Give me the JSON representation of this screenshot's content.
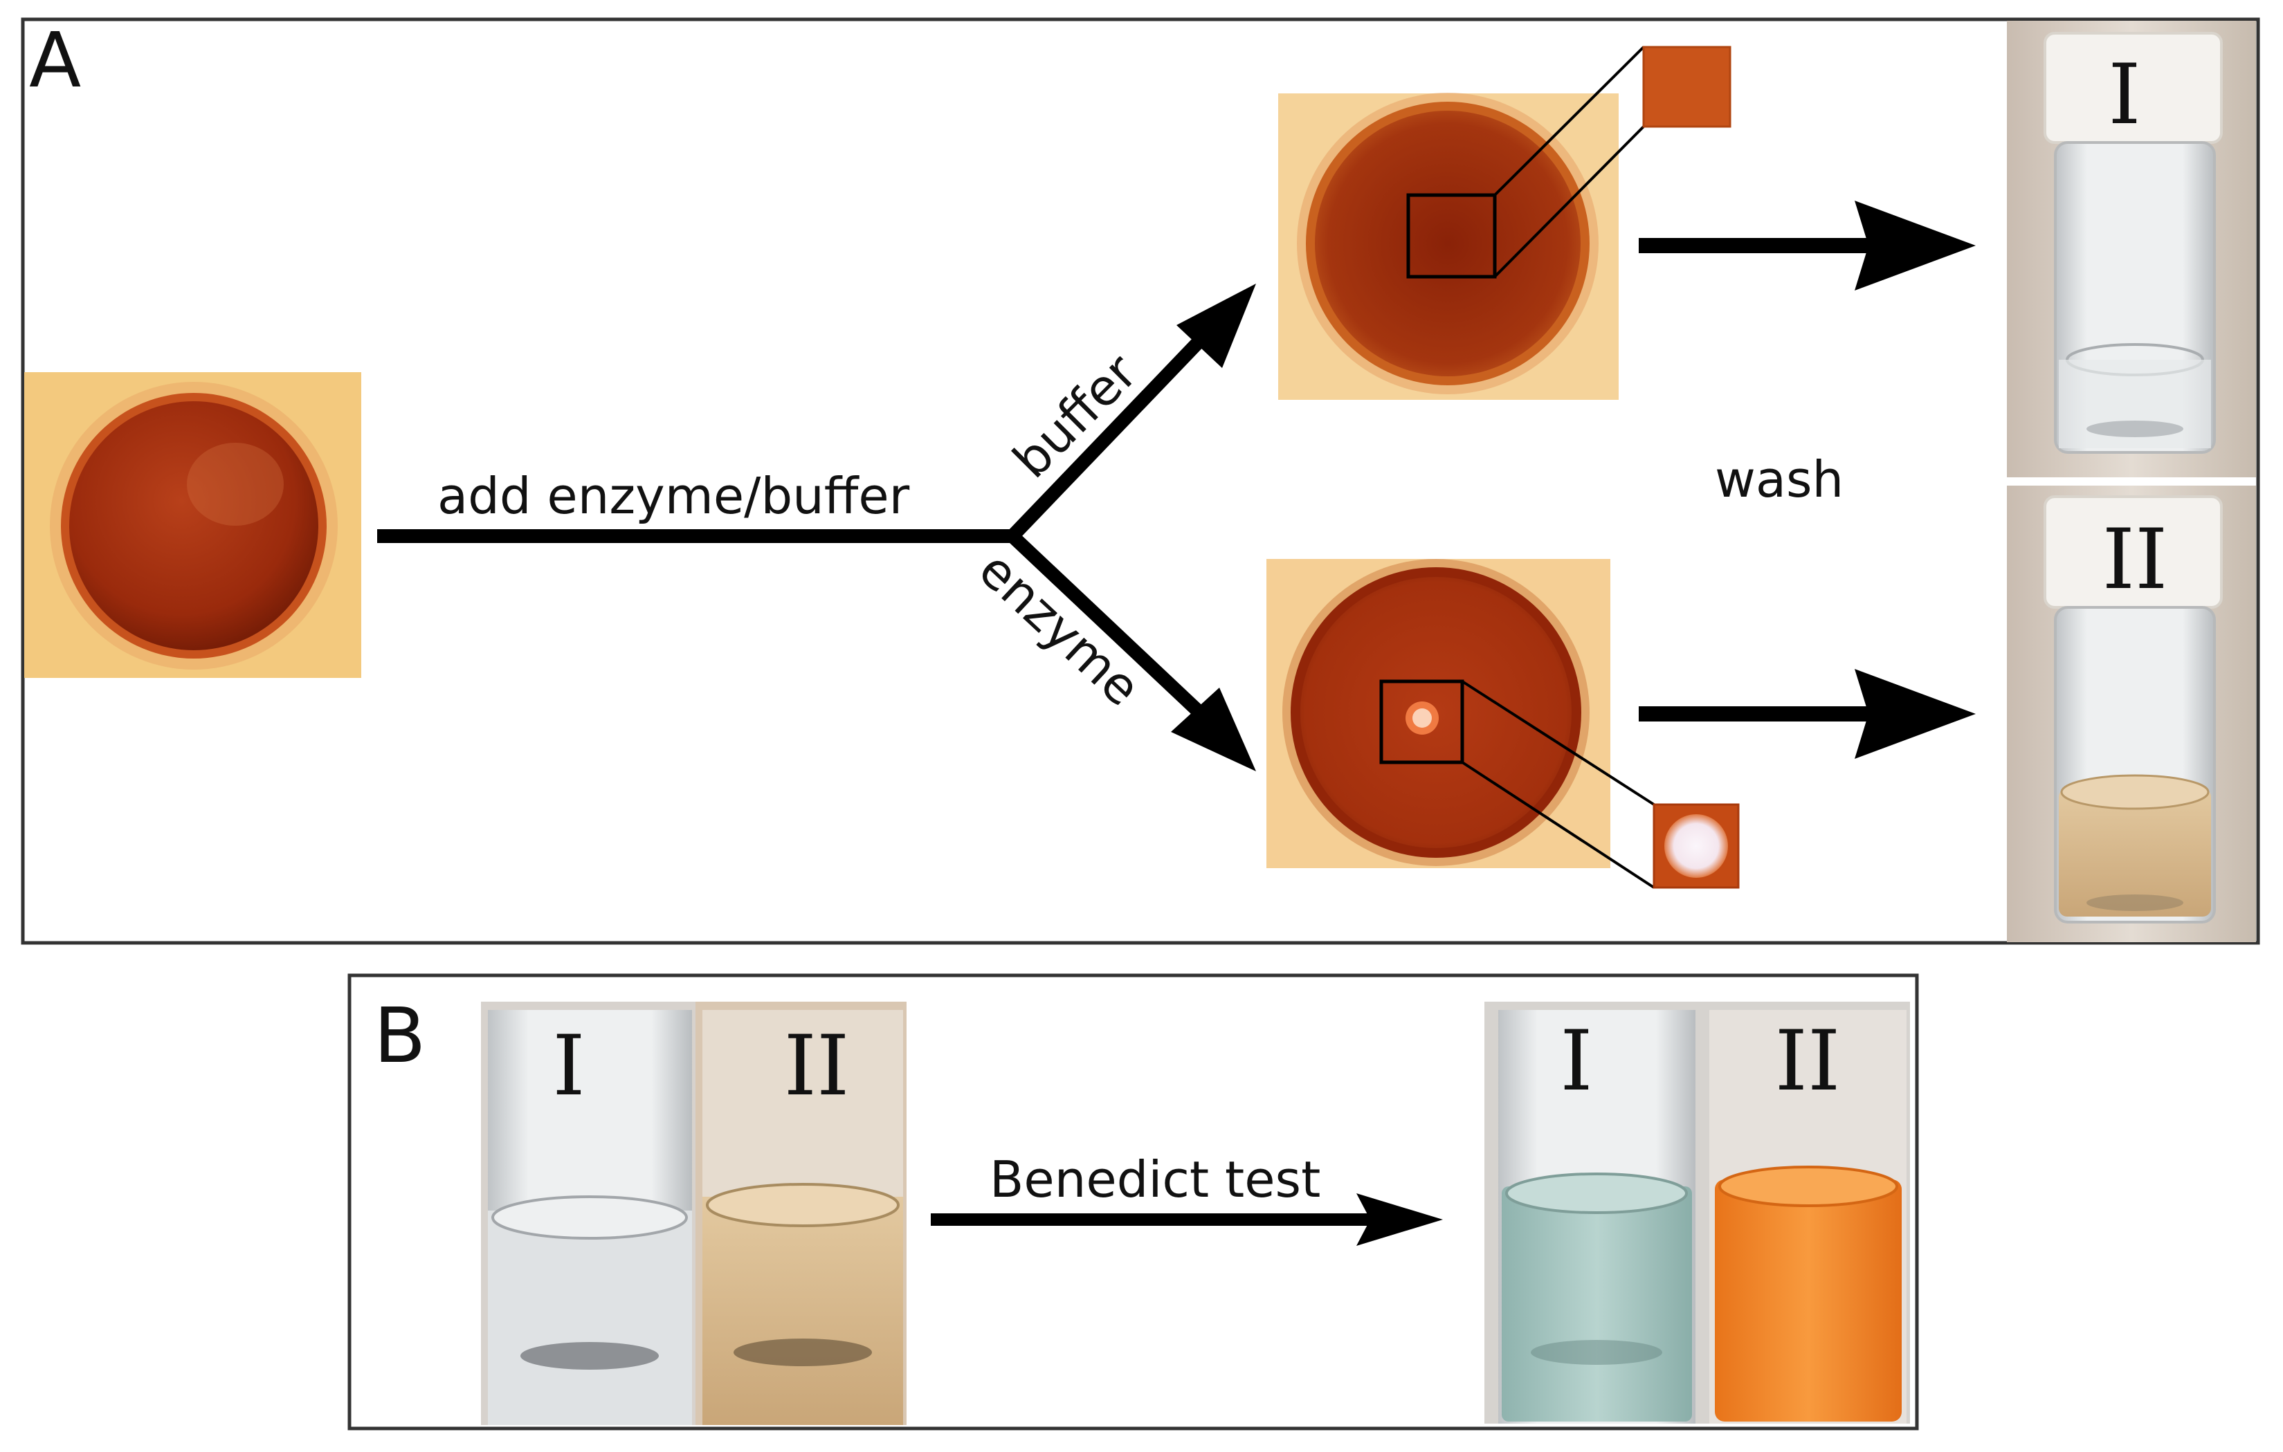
{
  "panel_a": {
    "label": "A",
    "step_label": "add enzyme/buffer",
    "branch_top_label": "buffer",
    "branch_bottom_label": "enzyme",
    "wash_label": "wash",
    "vial_top_label": "I",
    "vial_bottom_label": "II"
  },
  "panel_b": {
    "label": "B",
    "left_vial_labels": [
      "I",
      "II"
    ],
    "arrow_label": "Benedict test",
    "right_vial_labels": [
      "I",
      "II"
    ]
  },
  "colors": {
    "agar_red": "#a8300c",
    "agar_dark": "#7a1d06",
    "agar_edge": "#c9561f",
    "photo_bg": "#f2c77a",
    "halo_white": "#f4f0f4",
    "clear_liquid": "#e6e8ea",
    "tan_liquid": "#d8b98c",
    "benedict_blue": "#a9c7c3",
    "benedict_orange": "#f08a2c",
    "vial_cap": "#f3f1ec"
  }
}
